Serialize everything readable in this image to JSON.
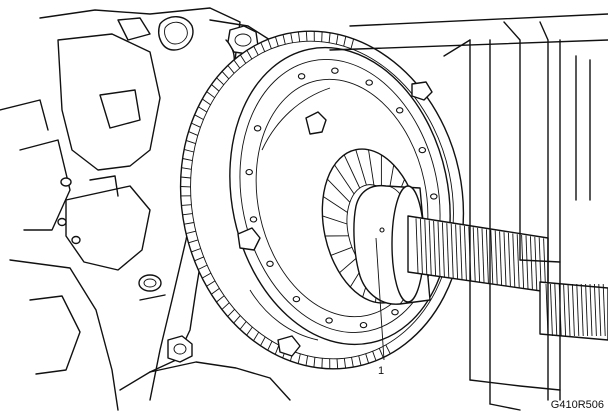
{
  "figure": {
    "callout_label": "1",
    "figure_code": "G410R506"
  },
  "icons": {
    "main_illustration": "clutch-assembly-illustration"
  },
  "colors": {
    "ink": "#111111",
    "paper": "#ffffff"
  }
}
